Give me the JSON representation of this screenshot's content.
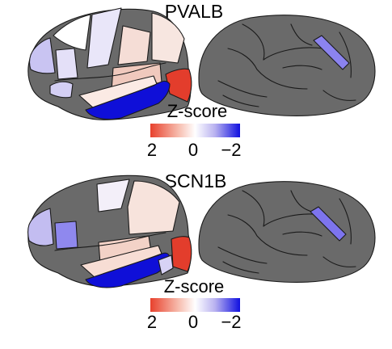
{
  "panels": [
    {
      "title": "PVALB",
      "colorbar": {
        "title": "Z-score",
        "ticks": [
          "2",
          "0",
          "−2"
        ]
      }
    },
    {
      "title": "SCN1B",
      "colorbar": {
        "title": "Z-score",
        "ticks": [
          "2",
          "0",
          "−2"
        ]
      }
    }
  ],
  "colors": {
    "non_significant": "#6a6a6a",
    "z_pos_high": "#e8412d",
    "z_zero": "#ffffff",
    "z_neg_high": "#1010e0"
  }
}
